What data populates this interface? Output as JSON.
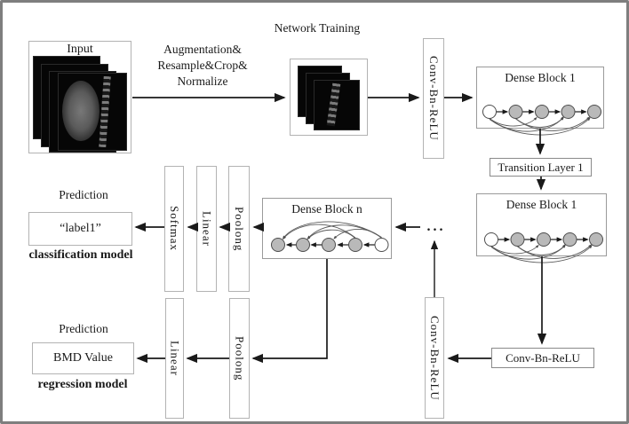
{
  "figure": {
    "title": "Network Training",
    "input_label": "Input",
    "preprocess_lines": [
      "Augmentation&",
      "Resample&Crop&",
      "Normalize"
    ],
    "ellipsis": "...",
    "blocks": {
      "conv_top": "Conv-Bn-ReLU",
      "dense1": "Dense Block 1",
      "transition1": "Transition Layer 1",
      "dense2": "Dense Block 1",
      "conv_right": "Conv-Bn-ReLU",
      "conv_mid": "Conv-Bn-ReLU",
      "dense_n": "Dense Block n"
    },
    "classification": {
      "prediction": "Prediction",
      "output": "“label1”",
      "model": "classification model",
      "stages": [
        "Softmax",
        "Linear",
        "Poolong"
      ]
    },
    "regression": {
      "prediction": "Prediction",
      "output": "BMD Value",
      "model": "regression model",
      "stages": [
        "Linear",
        "Poolong"
      ]
    }
  }
}
